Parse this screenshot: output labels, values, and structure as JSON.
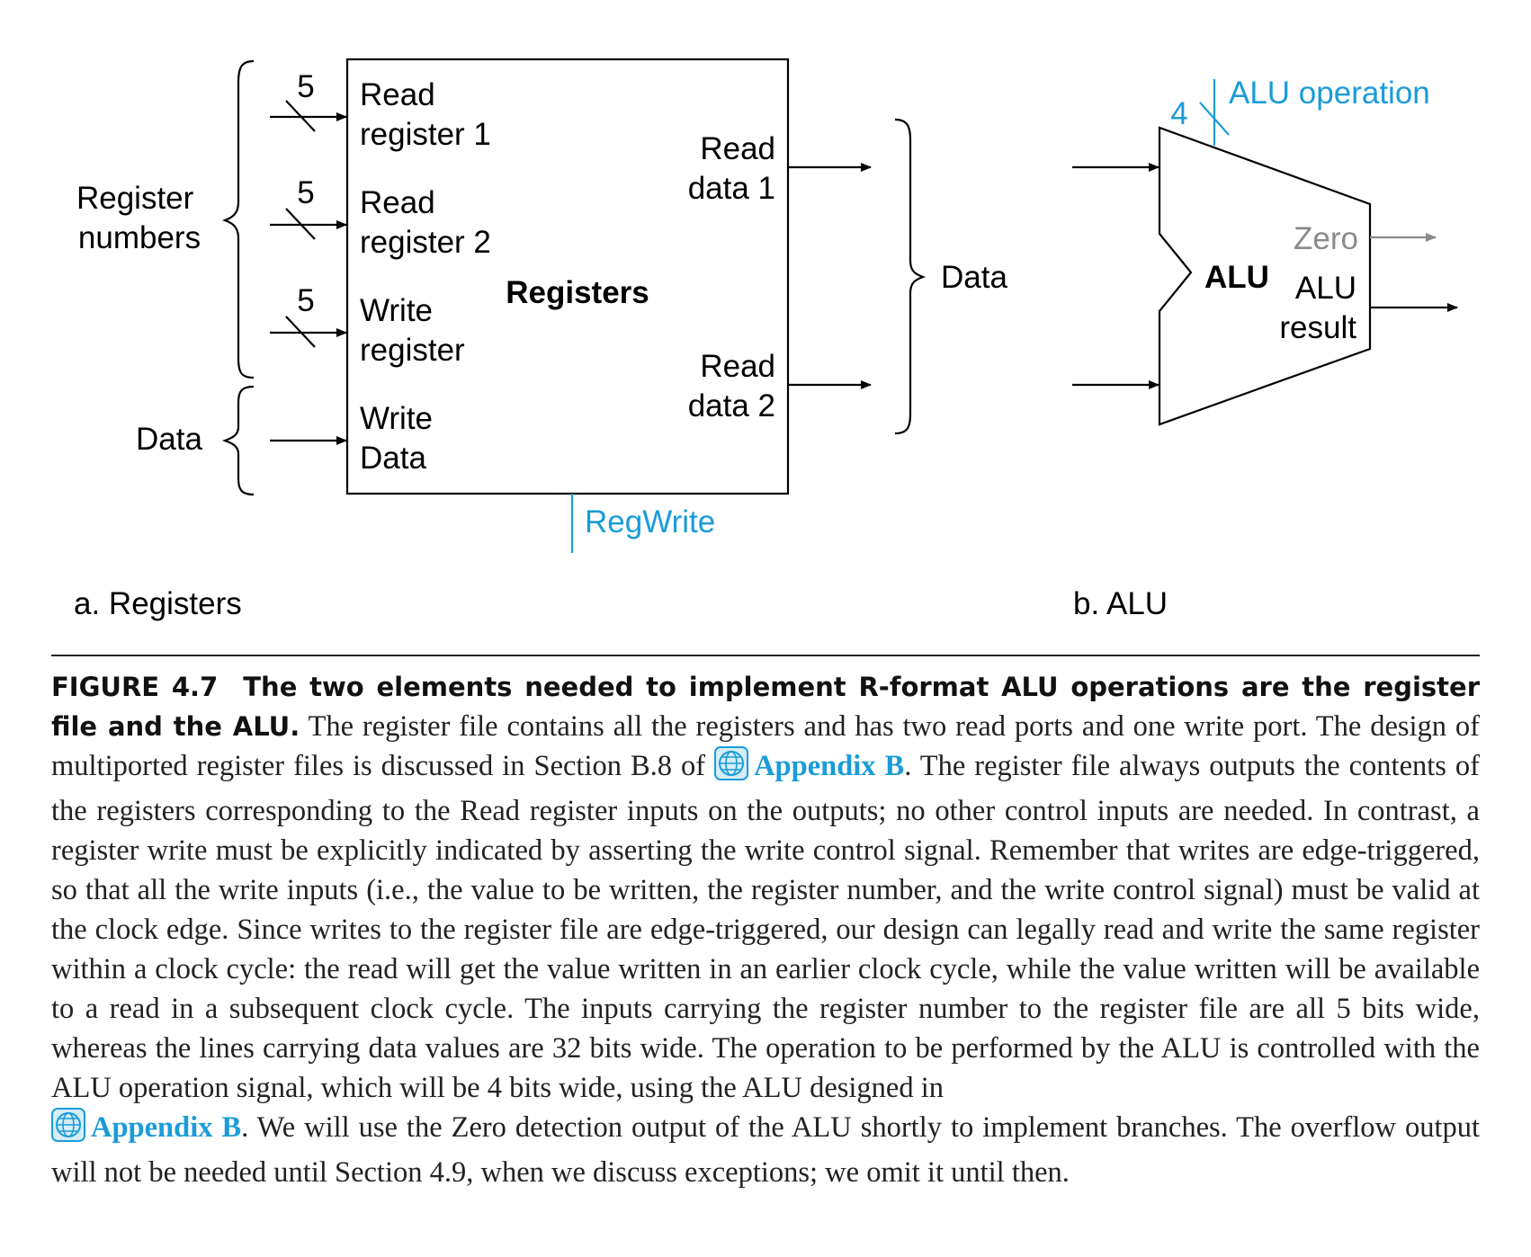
{
  "registers": {
    "group_register_numbers": "Register\nnumbers",
    "group_data": "Data",
    "bus_width_1": "5",
    "bus_width_2": "5",
    "bus_width_3": "5",
    "port_read_register_1": "Read\nregister 1",
    "port_read_register_2": "Read\nregister 2",
    "port_write_register": "Write\nregister",
    "port_write_data": "Write\nData",
    "block_title": "Registers",
    "port_read_data_1": "Read\ndata 1",
    "port_read_data_2": "Read\ndata 2",
    "control_signal": "RegWrite",
    "output_group": "Data",
    "subfigure_label": "a. Registers"
  },
  "alu": {
    "control_signal": "ALU operation",
    "control_width": "4",
    "block_title": "ALU",
    "output_zero": "Zero",
    "output_result": "ALU\nresult",
    "subfigure_label": "b. ALU"
  },
  "colors": {
    "control_blue": "#1a9cd8",
    "zero_gray": "#8a8a8a"
  },
  "caption": {
    "figure_number": "FIGURE 4.7",
    "title": "The two elements needed to implement R-format ALU operations are the register file and the ALU.",
    "body_part1": " The register file contains all the registers and has two read ports and one write port. The design of multiported register files is discussed in Section B.8 of ",
    "link1": "Appendix B",
    "body_part2": ". The register file always outputs the contents of the registers corresponding to the Read register inputs on the outputs; no other control inputs are needed. In contrast, a register write must be explicitly indicated by asserting the write control signal. Remember that writes are edge-triggered, so that all the write inputs (i.e., the value to be written, the register number, and the write control signal) must be valid at the clock edge. Since writes to the register file are edge-triggered, our design can legally read and write the same register within a clock cycle: the read will get the value written in an earlier clock cycle, while the value written will be available to a read in a subsequent clock cycle. The inputs carrying the register number to the register file are all 5 bits wide, whereas the lines carrying data values are 32 bits wide. The operation to be performed by the ALU is controlled with the ALU operation signal, which will be 4 bits wide, using the ALU designed in ",
    "link2": "Appendix B",
    "body_part3": ". We will use the Zero detection output of the ALU shortly to implement branches. The overflow output will not be needed until Section 4.9, when we discuss exceptions; we omit it until then.",
    "icon": "globe-icon"
  }
}
